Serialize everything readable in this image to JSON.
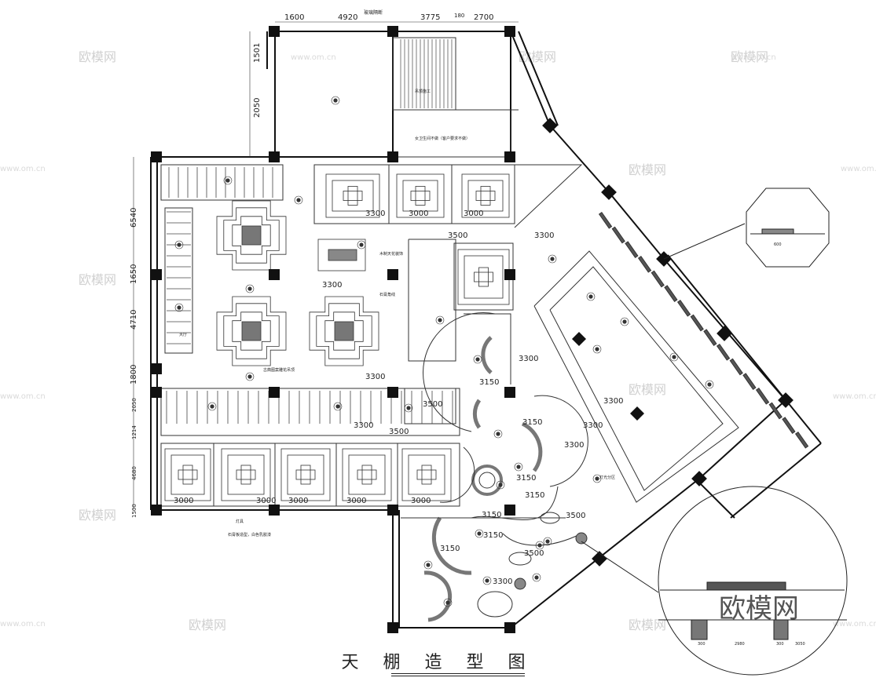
{
  "drawing": {
    "title": "天 棚 造 型 图",
    "watermark_site": "www.om.cn",
    "watermark_brand": "欧模网"
  },
  "dimensions": {
    "top_row": [
      "1600",
      "4920",
      "3775",
      "180",
      "2700"
    ],
    "left_column": [
      "1501",
      "2050",
      "6540",
      "1650",
      "4710",
      "1800",
      "2050",
      "1214",
      "4680",
      "1500"
    ],
    "ceiling_heights": [
      "3300",
      "3000",
      "3500",
      "3150"
    ]
  },
  "labels": {
    "sliding_door": "玻璃隔断",
    "restroom_note": "女卫生间不做（客户要求不做）",
    "dining_note": "吊顶施工",
    "hall_label": "大厅",
    "zone1": "古典图案雕花吊顶",
    "zone2": "石膏板造型，白色乳胶漆",
    "zone3": "灯具",
    "callout1": "木制天花装饰",
    "callout2": "石膏角线",
    "legend_box": "灯光分区"
  },
  "detail": {
    "top_dims": [
      "600"
    ],
    "bottom_dims": [
      "300",
      "2980",
      "300",
      "3050"
    ]
  }
}
